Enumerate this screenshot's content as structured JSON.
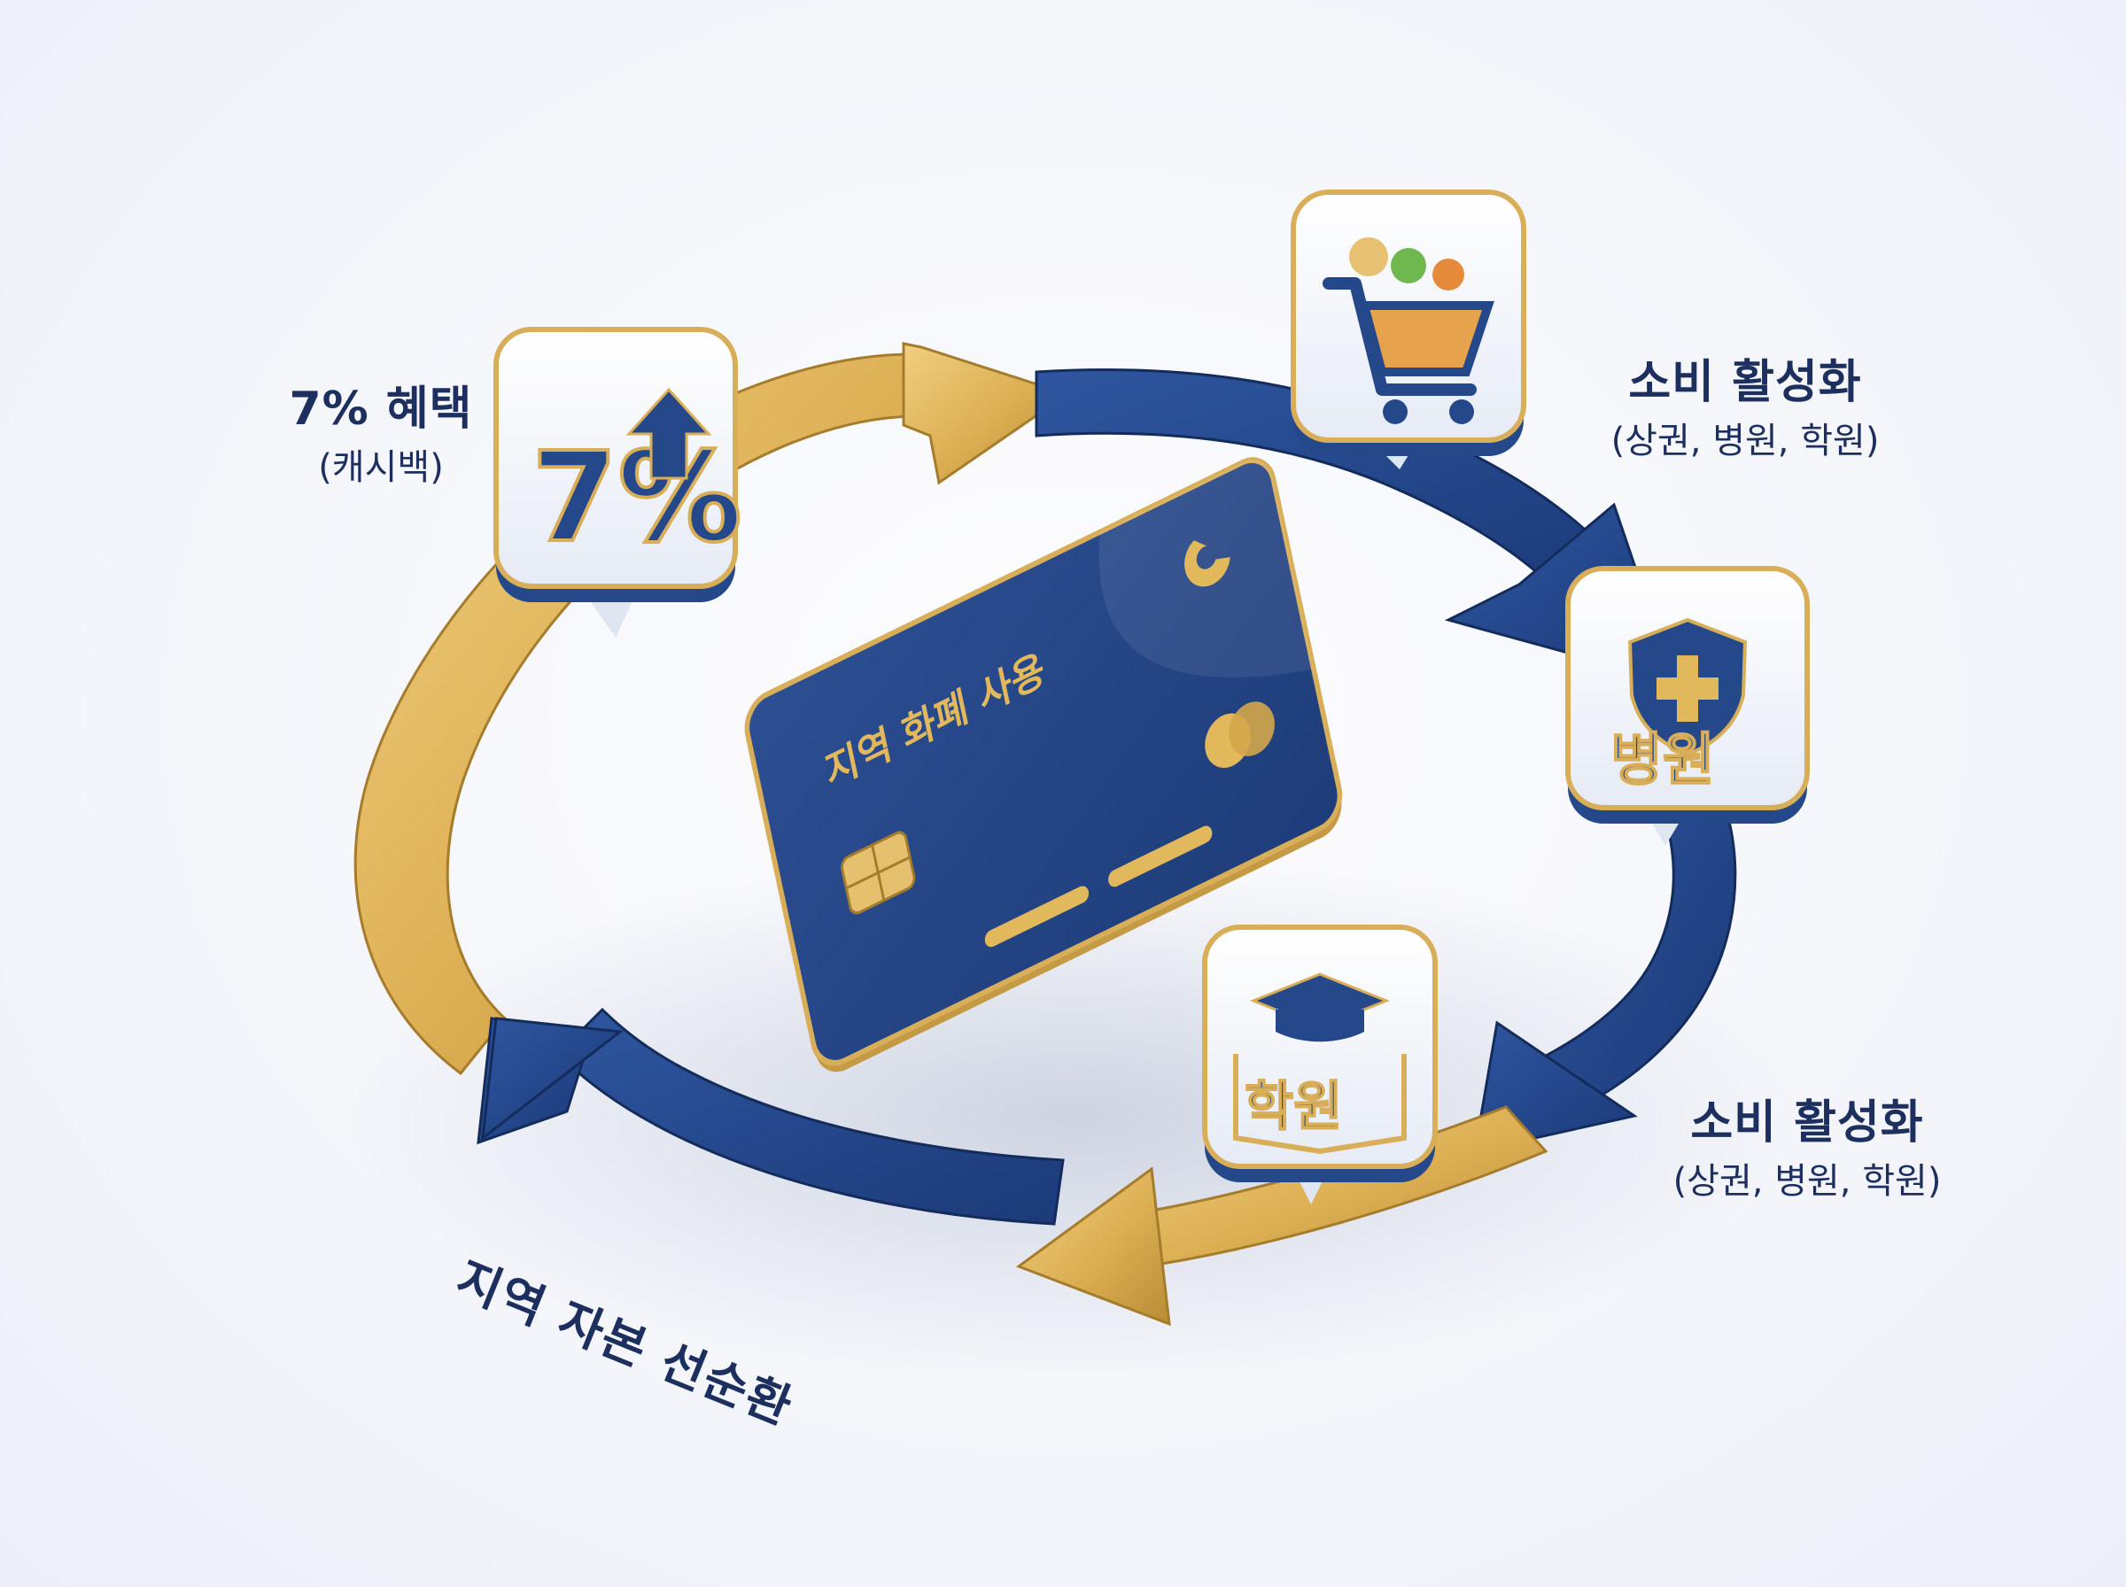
{
  "benefit": {
    "title": "7% 혜택",
    "subtitle": "(캐시백)",
    "badge_text": "7%"
  },
  "consumption_top": {
    "title": "소비 활성화",
    "subtitle": "(상권, 병원, 학원)"
  },
  "consumption_bottom": {
    "title": "소비 활성화",
    "subtitle": "(상권, 병원, 학원)"
  },
  "hospital_badge": {
    "text": "병원",
    "icon": "shield-cross-icon"
  },
  "academy_badge": {
    "text": "학원",
    "icon": "graduation-cap-book-icon"
  },
  "cart_badge": {
    "icon": "shopping-cart-icon"
  },
  "card": {
    "text": "지역 화폐 사용"
  },
  "cycle_label": "지역 자본 선순환",
  "colors": {
    "navy": "#24488a",
    "navy_dark": "#17336b",
    "gold": "#e2b85c",
    "gold_dark": "#b98d36",
    "text": "#1c2f5e"
  }
}
